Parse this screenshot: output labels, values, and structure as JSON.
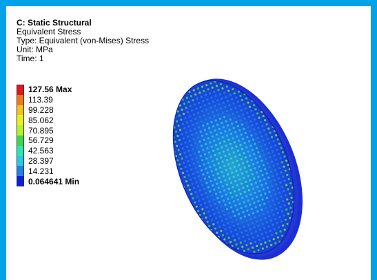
{
  "header": {
    "title": "C: Static Structural",
    "result": "Equivalent Stress",
    "type": "Type: Equivalent (von-Mises) Stress",
    "unit": "Unit: MPa",
    "time": "Time: 1"
  },
  "legend": [
    {
      "label": "127.56 Max",
      "color": "#e8141e",
      "bold": true
    },
    {
      "label": "113.39",
      "color": "#f27a1e",
      "bold": false
    },
    {
      "label": "99.228",
      "color": "#f5c21e",
      "bold": false
    },
    {
      "label": "85.062",
      "color": "#e9f01e",
      "bold": false
    },
    {
      "label": "70.895",
      "color": "#b7f228",
      "bold": false
    },
    {
      "label": "56.729",
      "color": "#3ed74a",
      "bold": false
    },
    {
      "label": "42.563",
      "color": "#28e8b4",
      "bold": false
    },
    {
      "label": "28.397",
      "color": "#28c8e6",
      "bold": false
    },
    {
      "label": "14.231",
      "color": "#1e82e8",
      "bold": false
    },
    {
      "label": "0.064641 Min",
      "color": "#0a1ee6",
      "bold": true
    }
  ],
  "colors": {
    "frame": "#00a2e8",
    "rim": "#1a2fd6",
    "plate_base": "#1739d8"
  }
}
